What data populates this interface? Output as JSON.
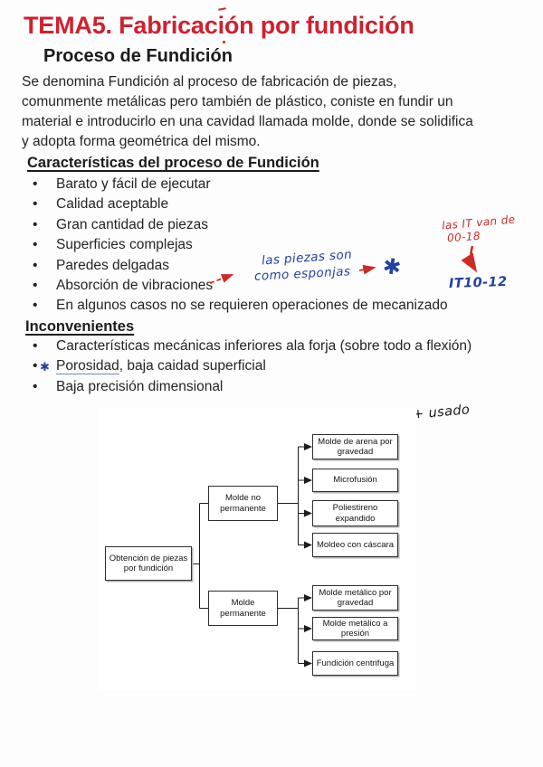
{
  "page": {
    "title": "TEMA5. Fabricación por fundición",
    "subtitle": "Proceso de Fundición",
    "intro_lines": [
      "Se denomina Fundición al proceso de fabricación de piezas,",
      "comunmente metálicas pero también de plástico, coniste en fundir un",
      "material e introducirlo en una cavidad llamada molde, donde se solidifica",
      "y adopta forma geométrica del mismo."
    ]
  },
  "sections": {
    "caracteristicas": {
      "heading": "Características del proceso de Fundición",
      "items": [
        {
          "text": "Barato y fácil de ejecutar"
        },
        {
          "text": "Calidad aceptable"
        },
        {
          "text": "Gran cantidad de piezas"
        },
        {
          "text": "Superficies complejas"
        },
        {
          "text": "Paredes delgadas"
        },
        {
          "text": "Absorción de vibraciones"
        },
        {
          "text": "En algunos casos no se requieren operaciones de mecanizado"
        }
      ]
    },
    "inconvenientes": {
      "heading": "Inconvenientes",
      "items": [
        {
          "text": "Características mecánicas inferiores ala forja (sobre todo a flexión)"
        },
        {
          "ast": "✱",
          "underlined": "Porosidad",
          "text": ", baja caidad superficial"
        },
        {
          "text": "Baja precisión dimensional"
        }
      ]
    }
  },
  "annotations": {
    "blue_note_line1": "las piezas son",
    "blue_note_line2": "como esponjas",
    "big_asterisk": "✱",
    "red_note_line1": "las IT van de",
    "red_note_line2": "00-18",
    "it_grade": "IT10-12",
    "plus_usado": "+ usado",
    "ink_colors": {
      "blue": "#2242a0",
      "red": "#cf2a26",
      "black": "#1a1a1a"
    }
  },
  "diagram": {
    "root": "Obtención de piezas por fundición",
    "branch_top": "Molde no permanente",
    "branch_bottom": "Molde permanente",
    "leaves_top": [
      "Molde de arena por gravedad",
      "Microfusión",
      "Poliestireno expandido",
      "Moldeo con cáscara"
    ],
    "leaves_bottom": [
      "Molde metálico por gravedad",
      "Molde metálico a presión",
      "Fundición centrifuga"
    ]
  },
  "colors": {
    "title_red": "#d0202e",
    "body_text": "#242424"
  }
}
